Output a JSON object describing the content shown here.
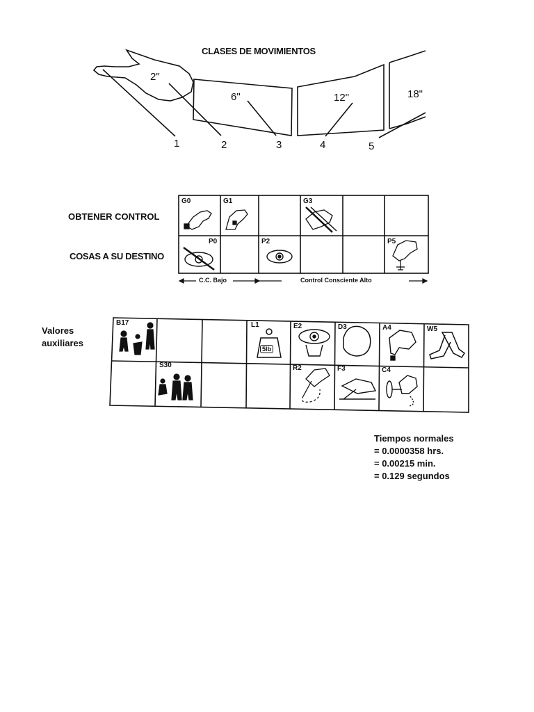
{
  "arm": {
    "title": "CLASES DE MOVIMIENTOS",
    "distances": [
      "2\"",
      "6\"",
      "12\"",
      "18\""
    ],
    "classes": [
      "1",
      "2",
      "3",
      "4",
      "5"
    ]
  },
  "control_table": {
    "rows": [
      {
        "label": "OBTENER CONTROL",
        "cells": [
          "G0",
          "G1",
          "",
          "G3",
          "",
          ""
        ]
      },
      {
        "label": "COSAS A SU DESTINO",
        "cells": [
          "P0",
          "",
          "P2",
          "",
          "",
          "P5"
        ]
      }
    ],
    "scale_low": "C.C. Bajo",
    "scale_high": "Control Consciente Alto"
  },
  "aux_table": {
    "label_line1": "Valores",
    "label_line2": "auxiliares",
    "row1": [
      "B17",
      "",
      "",
      "L1",
      "E2",
      "D3",
      "A4",
      "W5"
    ],
    "row2": [
      "",
      "S30",
      "",
      "",
      "R2",
      "F3",
      "C4",
      ""
    ],
    "weight_icon_text": "5lb"
  },
  "times": {
    "title": "Tiempos normales",
    "lines": [
      "= 0.0000358 hrs.",
      "= 0.00215 min.",
      "= 0.129 segundos"
    ]
  }
}
